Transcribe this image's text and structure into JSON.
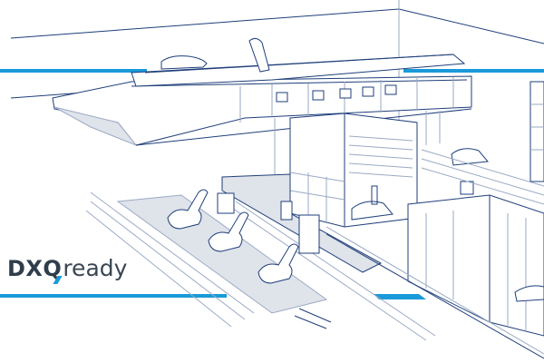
{
  "logo": {
    "brand": "DXQ",
    "suffix": "ready",
    "brand_color": "#2f3d4c",
    "accent_color": "#1a9ad9"
  },
  "illustration": {
    "subject": "isometric line drawing of an automotive paint shop / production facility",
    "line_color": "#1f3f7a",
    "light_line_color": "#9aaac4",
    "fill_gray": "#dfe3ea",
    "accent_stripes_color": "#1a9ad9",
    "elements": [
      "elevated-conveyor-deck",
      "car-bodies",
      "painting-robots",
      "spray-booth",
      "parking-rack",
      "rail-tracks",
      "control-cabinets"
    ]
  }
}
